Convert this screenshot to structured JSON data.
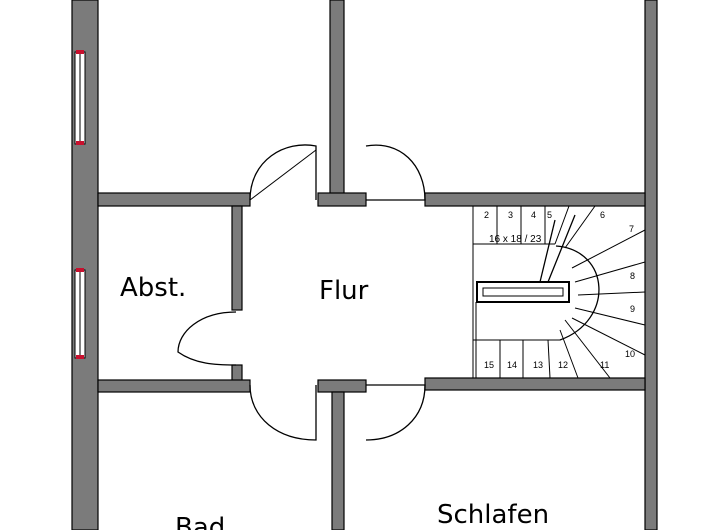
{
  "rooms": {
    "abst": "Abst.",
    "flur": "Flur",
    "bad": "Bad",
    "schlafen": "Schlafen"
  },
  "staircase": {
    "dimension_note": "16 x 18 / 23",
    "steps": [
      "2",
      "3",
      "4",
      "5",
      "6",
      "7",
      "8",
      "9",
      "10",
      "11",
      "12",
      "13",
      "14",
      "15"
    ]
  },
  "colors": {
    "wall": "#7b7b7b",
    "window": "#c8102e"
  }
}
